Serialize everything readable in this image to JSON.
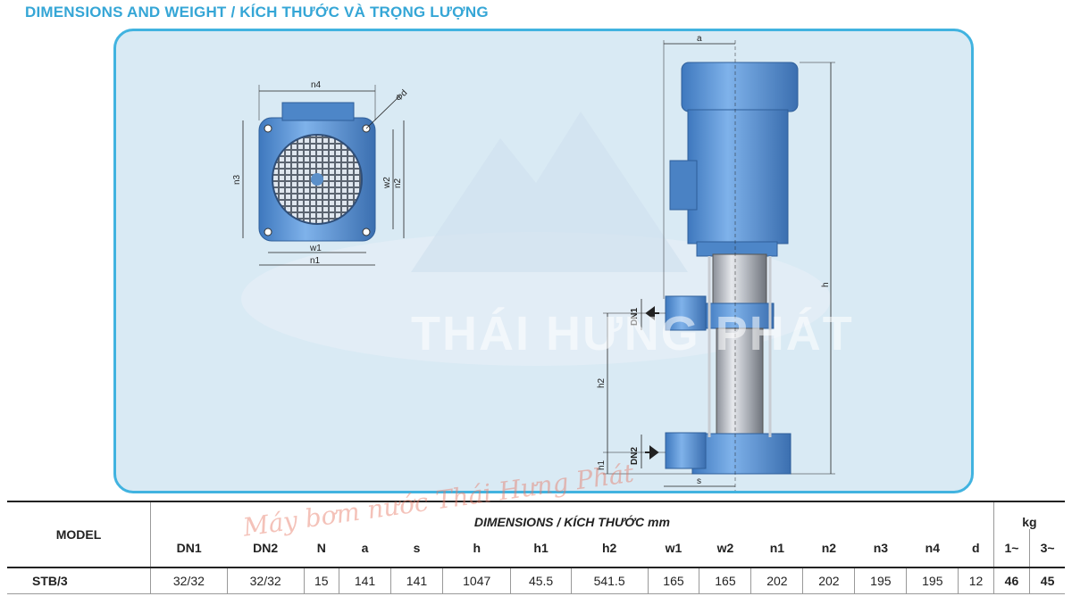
{
  "header": {
    "title": "DIMENSIONS AND WEIGHT / KÍCH THƯỚC VÀ TRỌNG LƯỢNG"
  },
  "watermarks": {
    "logo": "THÁI HƯNG PHÁT",
    "overlay": "Máy bơm nước Thái Hưng Phát"
  },
  "diagram": {
    "top_view_labels": {
      "n4": "n4",
      "d": "Φd",
      "n3": "n3",
      "w2": "w2",
      "n2": "n2",
      "w1": "w1",
      "n1": "n1"
    },
    "side_view_labels": {
      "a": "a",
      "h": "h",
      "DN1": "DN1",
      "DN2": "DN2",
      "h2": "h2",
      "h1": "h1",
      "s": "s"
    }
  },
  "table": {
    "model_header": "MODEL",
    "dimensions_header": "DIMENSIONS / KÍCH THƯỚC mm",
    "weight_header": "kg",
    "columns": [
      "DN1",
      "DN2",
      "N",
      "a",
      "s",
      "h",
      "h1",
      "h2",
      "w1",
      "w2",
      "n1",
      "n2",
      "n3",
      "n4",
      "d"
    ],
    "weight_columns": [
      "1~",
      "3~"
    ],
    "rows": [
      {
        "model": "STB/3",
        "values": [
          "32/32",
          "32/32",
          "15",
          "141",
          "141",
          "1047",
          "45.5",
          "541.5",
          "165",
          "165",
          "202",
          "202",
          "195",
          "195",
          "12"
        ],
        "weights": [
          "46",
          "45"
        ]
      }
    ]
  },
  "colors": {
    "accent": "#35a6d6",
    "panel_border": "#41b3e0",
    "panel_bg": "#d9eaf4",
    "pump_blue": "#5b95d6"
  }
}
